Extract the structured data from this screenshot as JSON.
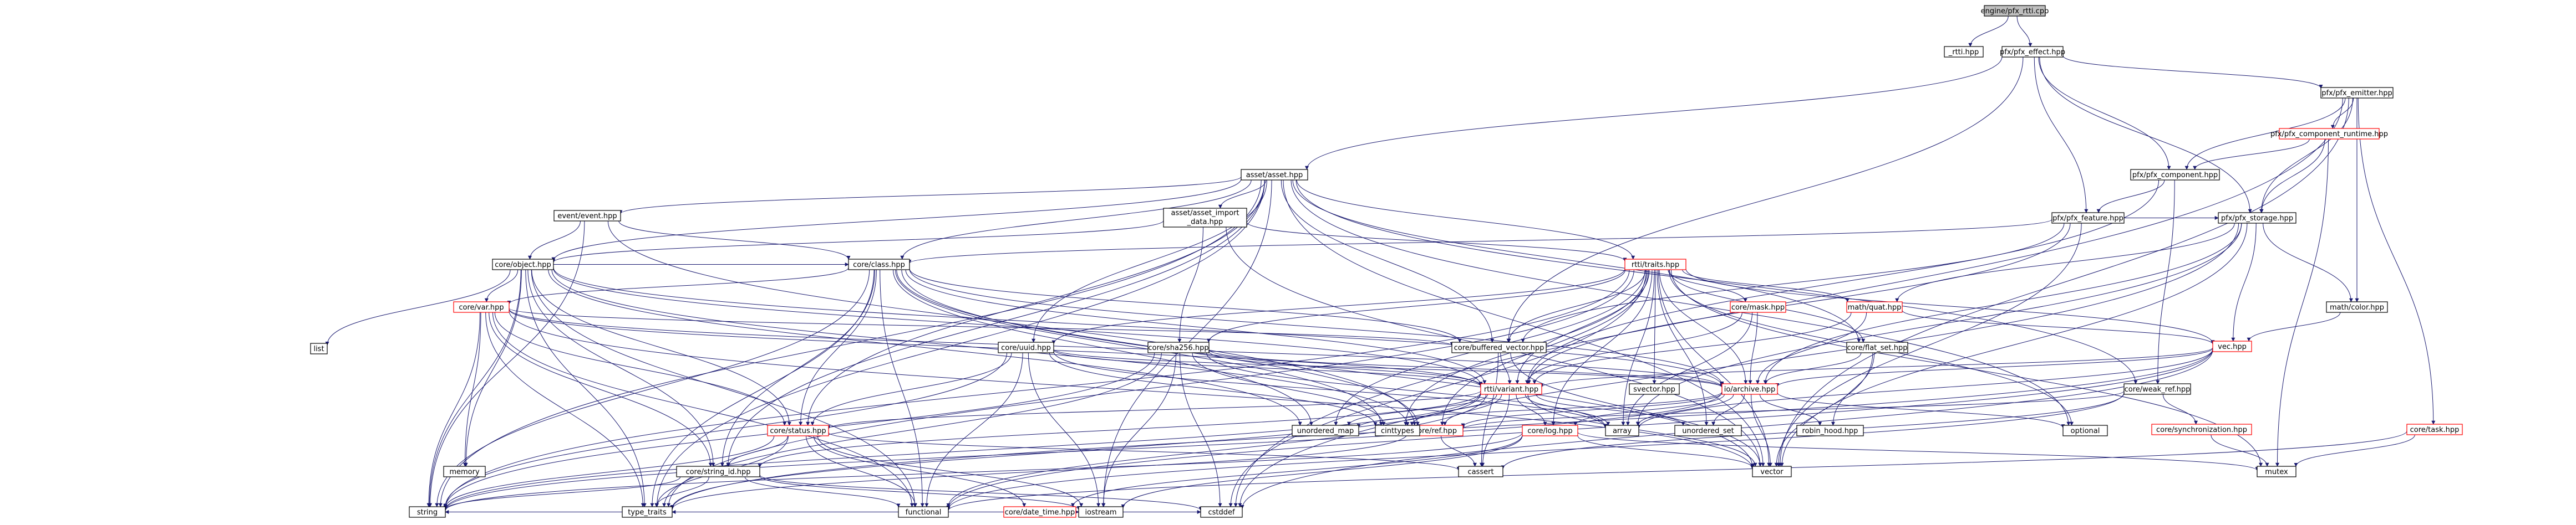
{
  "colors": {
    "edge": "#191970",
    "node_border": "#000000",
    "node_border_red": "#ff0000",
    "node_fill": "#ffffff",
    "root_fill": "#bfbfbf",
    "text": "#000000"
  },
  "nodes": [
    {
      "id": "root",
      "label": "engine/pfx_rtti.cpp",
      "style": "root"
    },
    {
      "id": "rtti",
      "label": "_rtti.hpp"
    },
    {
      "id": "pfx_effect",
      "label": "pfx/pfx_effect.hpp"
    },
    {
      "id": "pfx_emitter",
      "label": "pfx/pfx_emitter.hpp"
    },
    {
      "id": "pfx_comp_runtime",
      "label": "pfx/pfx_component_runtime.hpp",
      "style": "red"
    },
    {
      "id": "pfx_component",
      "label": "pfx/pfx_component.hpp"
    },
    {
      "id": "asset",
      "label": "asset/asset.hpp"
    },
    {
      "id": "asset_import",
      "label": "asset/asset_import_data.hpp"
    },
    {
      "id": "event",
      "label": "event/event.hpp"
    },
    {
      "id": "pfx_feature",
      "label": "pfx/pfx_feature.hpp"
    },
    {
      "id": "pfx_storage",
      "label": "pfx/pfx_storage.hpp"
    },
    {
      "id": "core_object",
      "label": "core/object.hpp"
    },
    {
      "id": "core_class",
      "label": "core/class.hpp"
    },
    {
      "id": "traits",
      "label": "rtti/traits.hpp",
      "style": "red"
    },
    {
      "id": "math_color",
      "label": "math/color.hpp"
    },
    {
      "id": "core_var",
      "label": "core/var.hpp",
      "style": "red"
    },
    {
      "id": "core_mask",
      "label": "core/mask.hpp",
      "style": "red"
    },
    {
      "id": "math_quat",
      "label": "math/quat.hpp",
      "style": "red"
    },
    {
      "id": "vec",
      "label": "vec.hpp",
      "style": "red"
    },
    {
      "id": "buffered_vector",
      "label": "core/buffered_vector.hpp"
    },
    {
      "id": "flat_set",
      "label": "core/flat_set.hpp"
    },
    {
      "id": "uuid",
      "label": "core/uuid.hpp"
    },
    {
      "id": "sha256",
      "label": "core/sha256.hpp"
    },
    {
      "id": "svector",
      "label": "svector.hpp"
    },
    {
      "id": "variant",
      "label": "rtti/variant.hpp",
      "style": "red"
    },
    {
      "id": "archive",
      "label": "io/archive.hpp",
      "style": "red"
    },
    {
      "id": "weak_ref",
      "label": "core/weak_ref.hpp"
    },
    {
      "id": "synchronization",
      "label": "core/synchronization.hpp",
      "style": "red"
    },
    {
      "id": "task",
      "label": "core/task.hpp",
      "style": "red"
    },
    {
      "id": "list",
      "label": "list"
    },
    {
      "id": "core_status",
      "label": "core/status.hpp",
      "style": "red"
    },
    {
      "id": "core_ref",
      "label": "core/ref.hpp",
      "style": "red"
    },
    {
      "id": "core_log",
      "label": "core/log.hpp",
      "style": "red"
    },
    {
      "id": "unordered_map",
      "label": "unordered_map"
    },
    {
      "id": "cinttypes",
      "label": "cinttypes"
    },
    {
      "id": "array",
      "label": "array"
    },
    {
      "id": "unordered_set",
      "label": "unordered_set"
    },
    {
      "id": "robin_hood",
      "label": "robin_hood.hpp"
    },
    {
      "id": "optional",
      "label": "optional"
    },
    {
      "id": "memory",
      "label": "memory"
    },
    {
      "id": "string_id",
      "label": "core/string_id.hpp"
    },
    {
      "id": "cassert",
      "label": "cassert"
    },
    {
      "id": "vector",
      "label": "vector"
    },
    {
      "id": "mutex",
      "label": "mutex"
    },
    {
      "id": "date_time",
      "label": "core/date_time.hpp",
      "style": "red"
    },
    {
      "id": "string",
      "label": "string"
    },
    {
      "id": "type_traits",
      "label": "type_traits"
    },
    {
      "id": "functional",
      "label": "functional"
    },
    {
      "id": "iostream",
      "label": "iostream"
    },
    {
      "id": "cstddef",
      "label": "cstddef"
    }
  ]
}
